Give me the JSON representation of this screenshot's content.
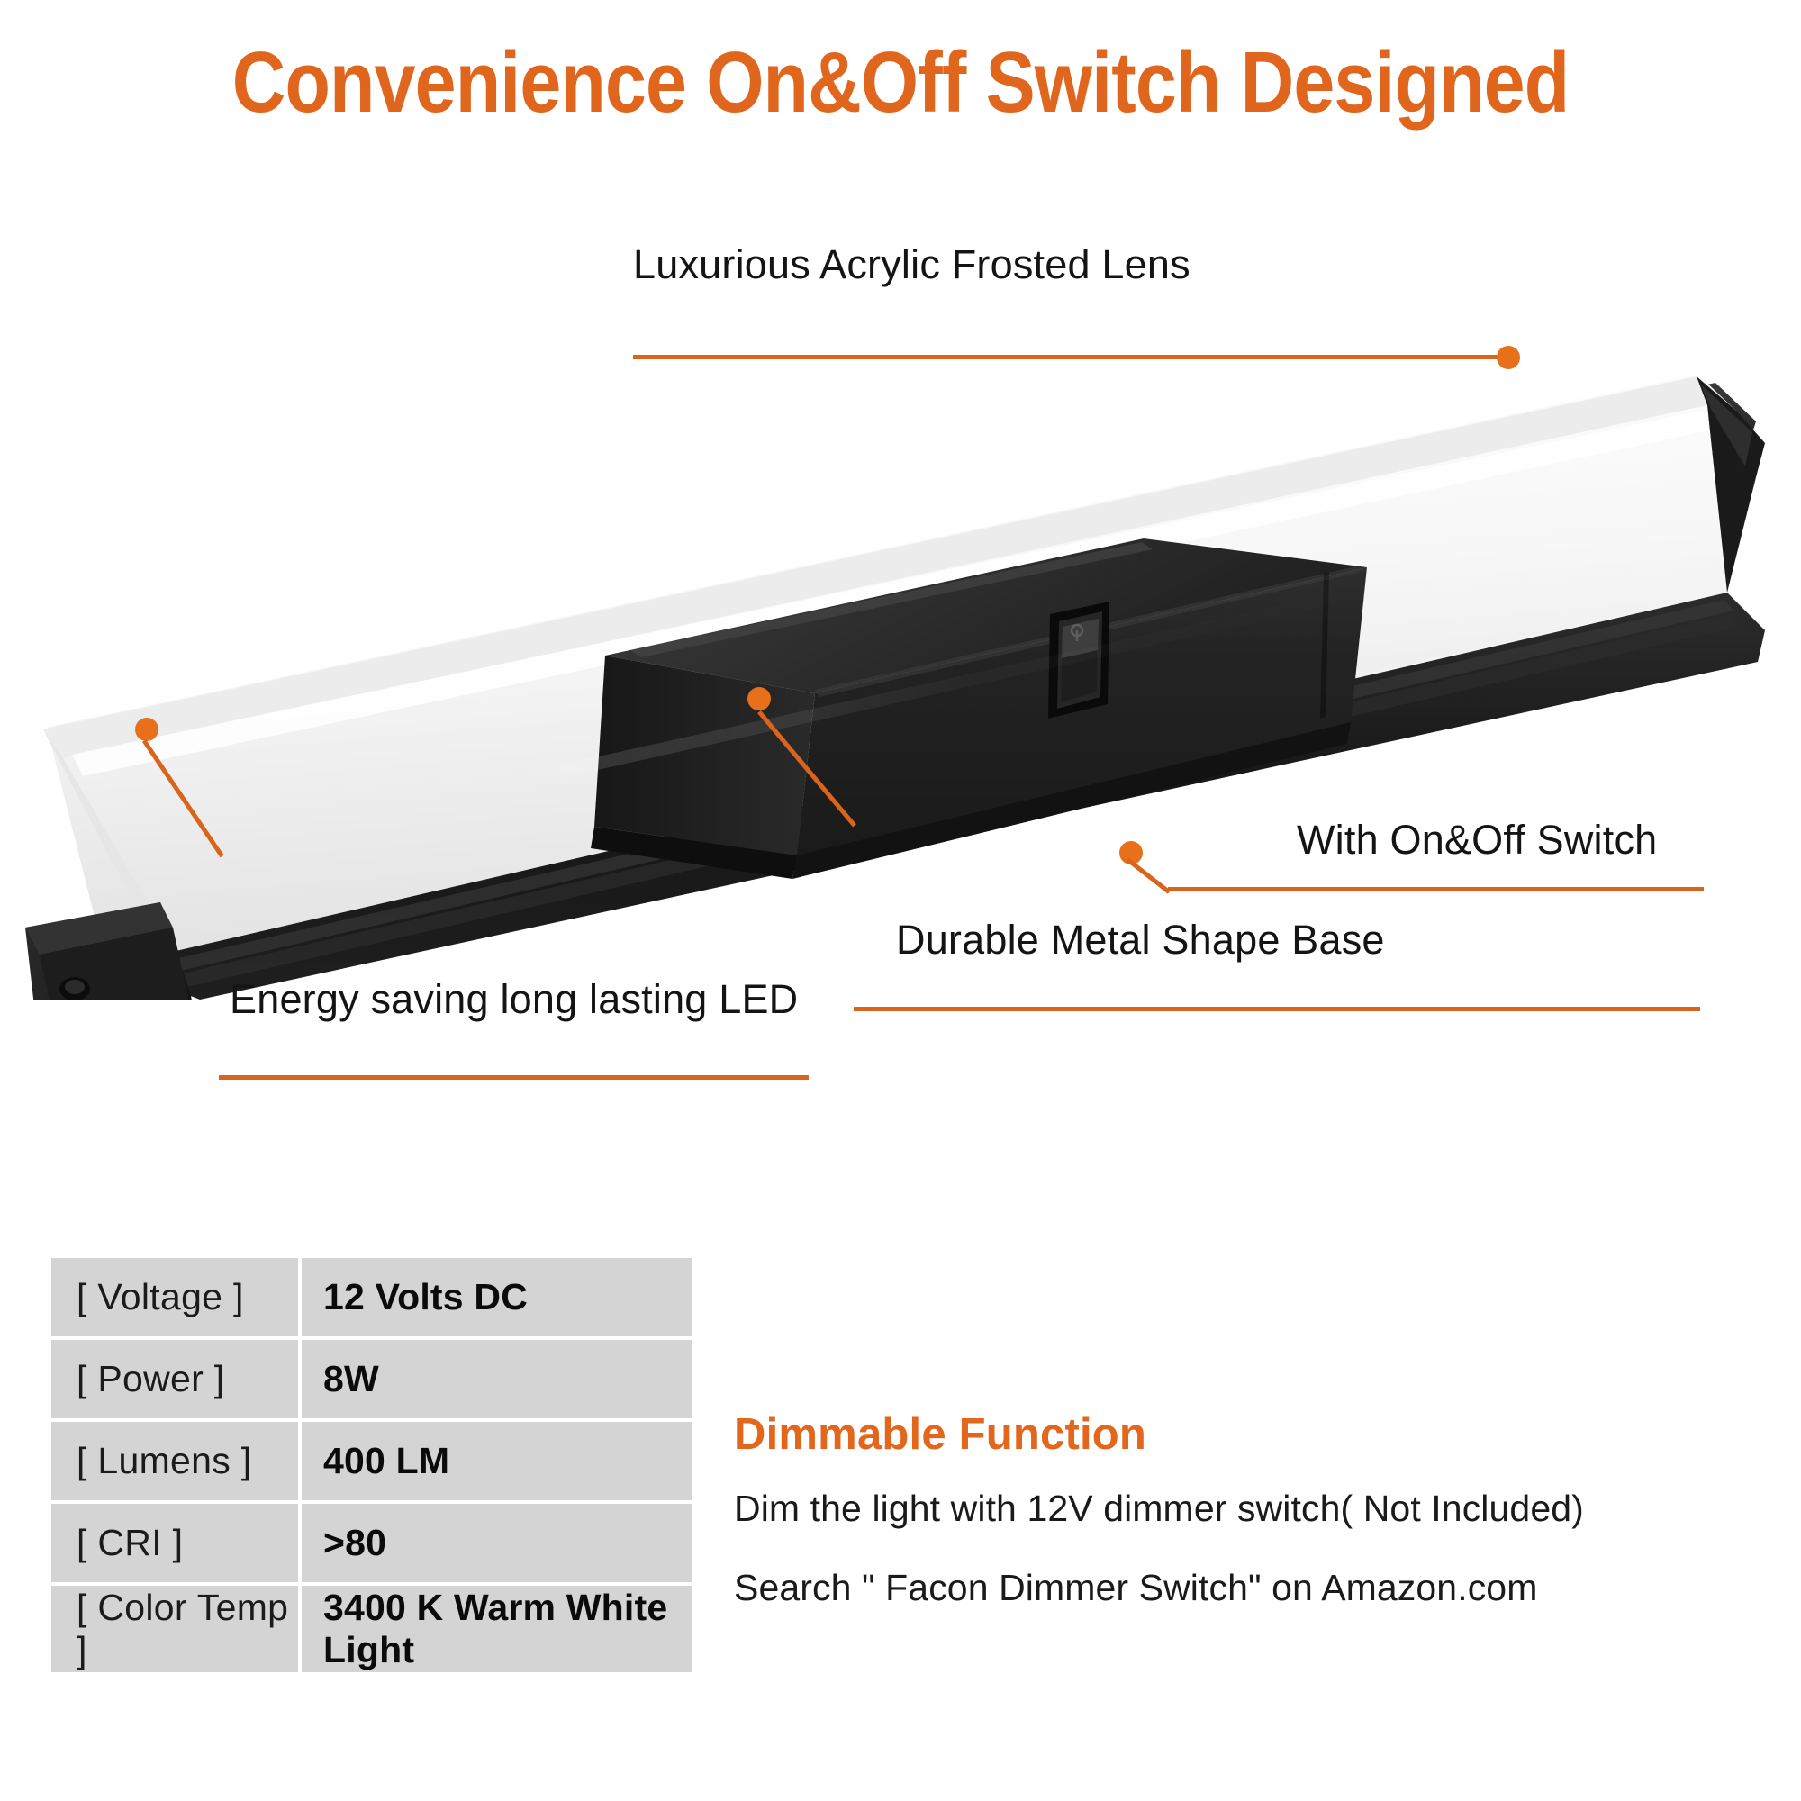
{
  "page": {
    "background": "#FFFFFF",
    "accent_orange": "#E0661E",
    "table_cell_gray": "#D4D4D4",
    "title": "Convenience On&Off Switch Designed"
  },
  "callouts": [
    {
      "id": "lens",
      "label": "Luxurious  Acrylic Frosted Lens"
    },
    {
      "id": "switch",
      "label": "With On&Off Switch"
    },
    {
      "id": "base",
      "label": "Durable Metal Shape Base"
    },
    {
      "id": "led",
      "label": "Energy saving long lasting LED"
    }
  ],
  "spec_table": {
    "rows": [
      {
        "key": "[ Voltage ]",
        "value": "12 Volts DC"
      },
      {
        "key": "[ Power ]",
        "value": "8W"
      },
      {
        "key": "[ Lumens ]",
        "value": "400 LM"
      },
      {
        "key": "[ CRI ]",
        "value": ">80"
      },
      {
        "key": "[ Color Temp ]",
        "value": "3400 K Warm White Light"
      }
    ]
  },
  "dimmable": {
    "heading": "Dimmable Function",
    "line1": "Dim the light with 12V dimmer switch( Not Included)",
    "line2": "Search \" Facon Dimmer Switch\" on Amazon.com"
  },
  "product": {
    "lens_color": "#F2F2F2",
    "housing_color": "#1C1C1C",
    "base_color": "#232323"
  }
}
